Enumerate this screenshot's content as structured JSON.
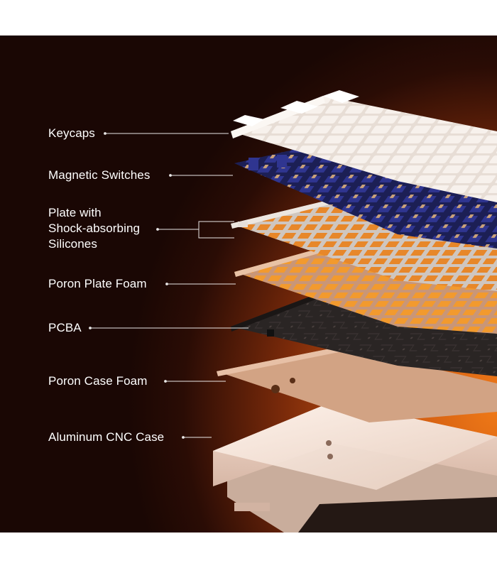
{
  "labels": {
    "keycaps": "Keycaps",
    "switches": "Magnetic Switches",
    "plate": "Plate with\nShock-absorbing\nSilicones",
    "plate_foam": "Poron Plate Foam",
    "pcba": "PCBA",
    "case_foam": "Poron Case Foam",
    "case": "Aluminum CNC Case"
  },
  "colors": {
    "background_glow": "#f07a18",
    "background_dark": "#1a0704",
    "label_text": "#ffffff",
    "keycap": "#f4ece4",
    "switch": "#2b2f7a",
    "plate": "#d8cfc8",
    "foam": "#d9a27a",
    "pcb": "#2a2524",
    "case": "#f5e8df"
  }
}
